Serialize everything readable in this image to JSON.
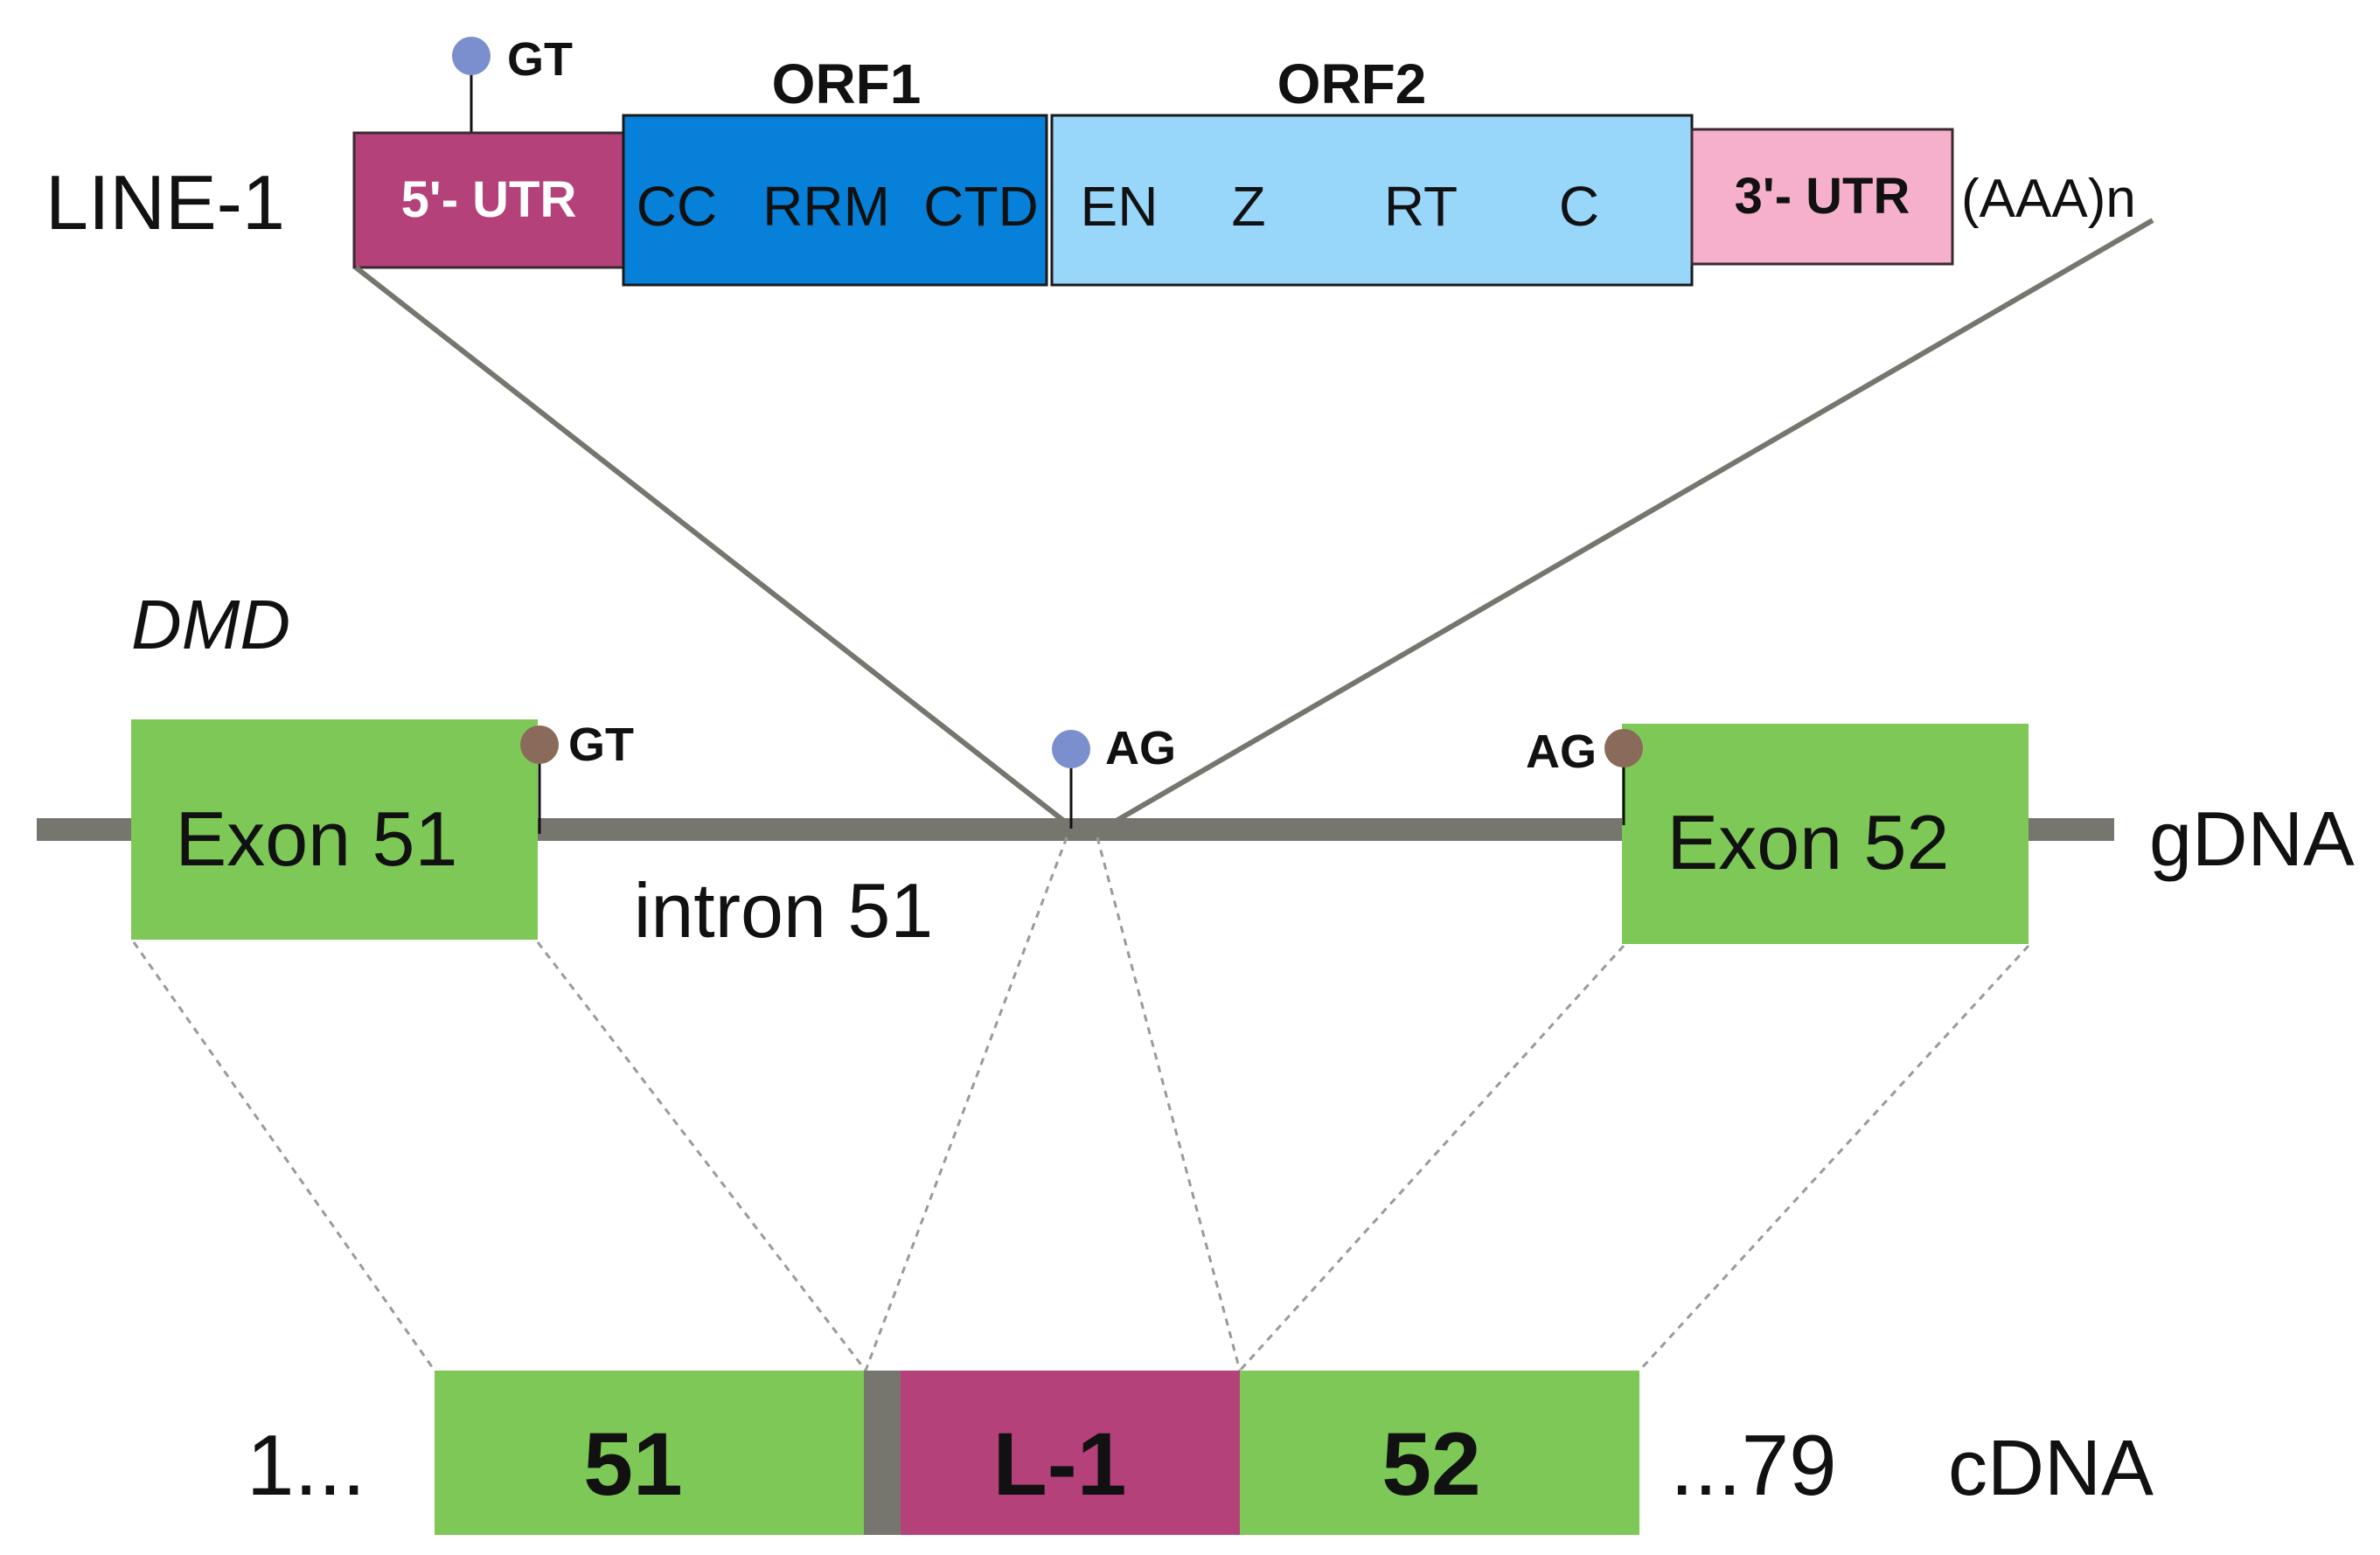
{
  "line1": {
    "label": "LINE-1",
    "utr5": "5'- UTR",
    "orf1_title": "ORF1",
    "orf1_domains": [
      "CC",
      "RRM",
      "CTD"
    ],
    "orf2_title": "ORF2",
    "orf2_domains": [
      "EN",
      "Z",
      "RT",
      "C"
    ],
    "utr3": "3'- UTR",
    "polya": "(AAA)n",
    "donor_site": "GT"
  },
  "dmd": {
    "gene": "DMD",
    "exon51": "Exon 51",
    "exon52": "Exon 52",
    "intron": "intron 51",
    "donor_site": "GT",
    "acceptor_site_insert": "AG",
    "acceptor_site_exon52": "AG",
    "gdna_label": "gDNA"
  },
  "cdna": {
    "prefix": "1...",
    "exon51": "51",
    "insert": "L-1",
    "exon52": "52",
    "suffix": "...79",
    "label": "cDNA"
  },
  "colors": {
    "utr5": "#b5417a",
    "orf1": "#0680d8",
    "orf2": "#98d6fa",
    "utr3": "#f6b0cc",
    "exon": "#7dc856",
    "backbone": "#76766f",
    "site_blue": "#7b8fce",
    "site_brown": "#8a6a5a",
    "insert": "#b5417a"
  }
}
